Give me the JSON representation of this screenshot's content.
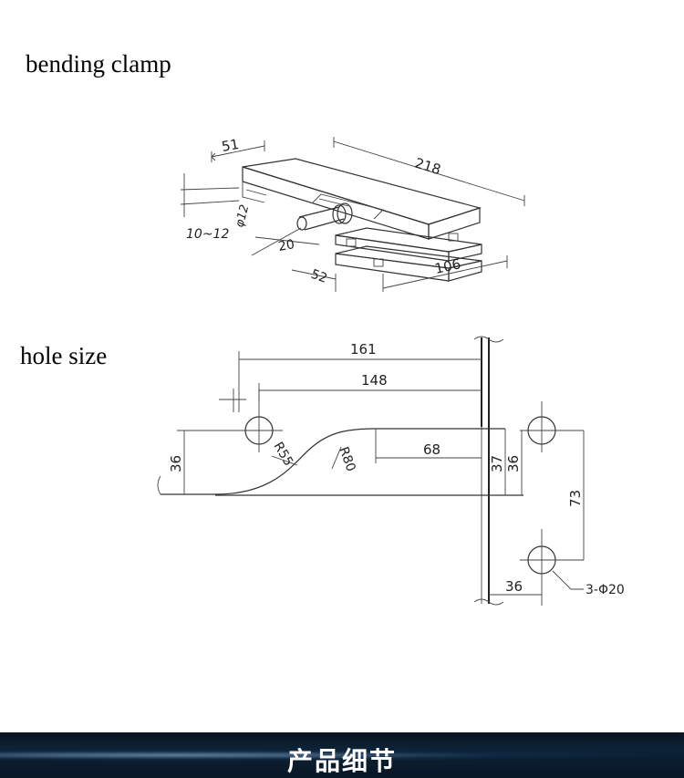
{
  "titles": {
    "bending_clamp": "bending clamp",
    "hole_size": "hole size"
  },
  "clamp_drawing": {
    "dim_width": "51",
    "dim_length": "218",
    "dim_glass": "10~12",
    "dim_pin": "φ12",
    "dim_pin_len": "20",
    "dim_base_w": "52",
    "dim_base_l": "106"
  },
  "hole_drawing": {
    "dim_161": "161",
    "dim_148": "148",
    "dim_36_left": "36",
    "dim_r55": "R55",
    "dim_r80": "R80",
    "dim_68": "68",
    "dim_37": "37",
    "dim_36_mid": "36",
    "dim_73": "73",
    "dim_36_bottom": "36",
    "hole_callout": "3-Φ20"
  },
  "footer": {
    "label": "产品细节"
  }
}
